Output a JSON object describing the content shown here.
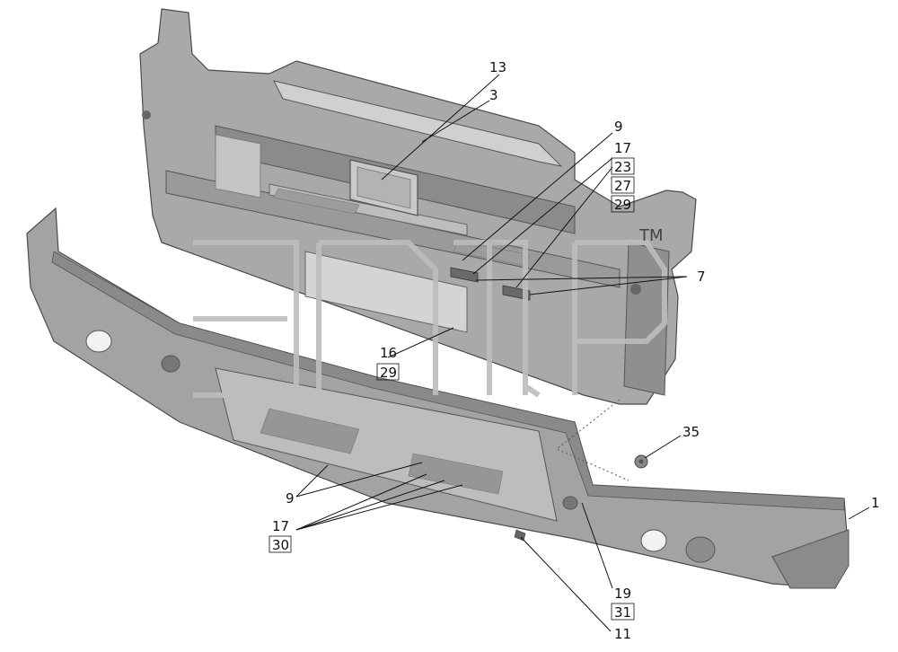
{
  "callouts": [
    {
      "id": "c13",
      "lines": [
        "13"
      ]
    },
    {
      "id": "c3",
      "lines": [
        "3"
      ]
    },
    {
      "id": "c9top",
      "lines": [
        "9"
      ]
    },
    {
      "id": "c17top",
      "lines": [
        "17"
      ]
    },
    {
      "id": "c23",
      "lines": [
        "23",
        "27",
        "29"
      ]
    },
    {
      "id": "c7",
      "lines": [
        "7"
      ]
    },
    {
      "id": "c16",
      "lines": [
        "16",
        "29"
      ]
    },
    {
      "id": "c35",
      "lines": [
        "35"
      ]
    },
    {
      "id": "c1",
      "lines": [
        "1"
      ]
    },
    {
      "id": "c9bot",
      "lines": [
        "9"
      ]
    },
    {
      "id": "c17bot",
      "lines": [
        "17",
        "30"
      ]
    },
    {
      "id": "c19",
      "lines": [
        "19",
        "31"
      ]
    },
    {
      "id": "c11",
      "lines": [
        "11"
      ]
    }
  ],
  "watermark": {
    "text": "эпцр",
    "trademark": "TM"
  },
  "colors": {
    "part_fill": "#a7a7a7",
    "part_light": "#c6c6c6",
    "part_dark": "#7d7d7d",
    "outline": "#4a4a4a"
  }
}
